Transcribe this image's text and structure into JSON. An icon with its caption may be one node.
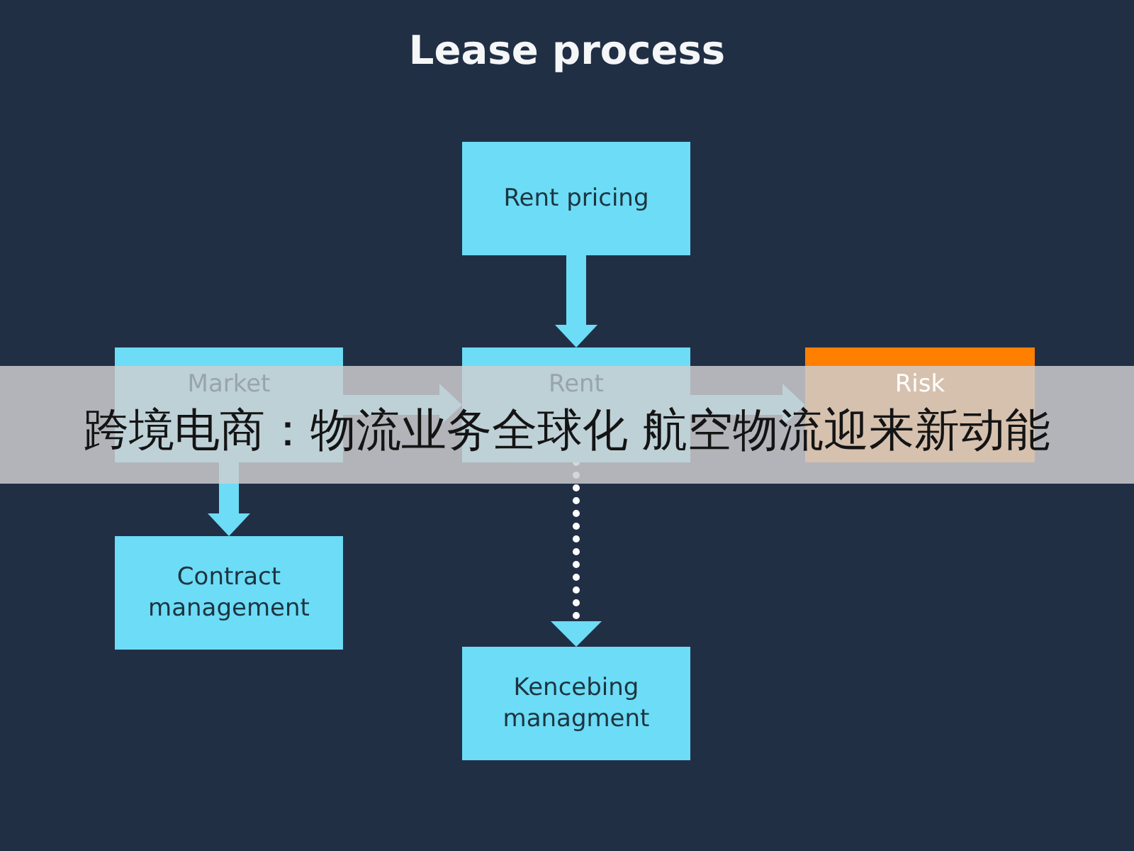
{
  "diagram": {
    "title": "Lease process",
    "nodes": [
      {
        "text": [
          "Rent pricing"
        ]
      },
      {
        "text": [
          "Market"
        ]
      },
      {
        "text": [
          "Rent"
        ]
      },
      {
        "text": [
          "Risk"
        ]
      },
      {
        "text": [
          "Contract management"
        ]
      },
      {
        "text": [
          "Kencebing managment"
        ]
      }
    ],
    "edges": [
      {
        "from": 0,
        "to": 2,
        "arrow": "to"
      },
      {
        "from": 1,
        "to": 2,
        "arrow": "to"
      },
      {
        "from": 2,
        "to": 3,
        "arrow": "to"
      },
      {
        "from": 1,
        "to": 4,
        "arrow": "to"
      },
      {
        "from": 2,
        "to": 5,
        "arrow": "to",
        "style": "dashed",
        "color": "#ffffff"
      }
    ],
    "labels": [
      "跨境电商：物流业务全球化 航空物流迎来新动能"
    ]
  }
}
